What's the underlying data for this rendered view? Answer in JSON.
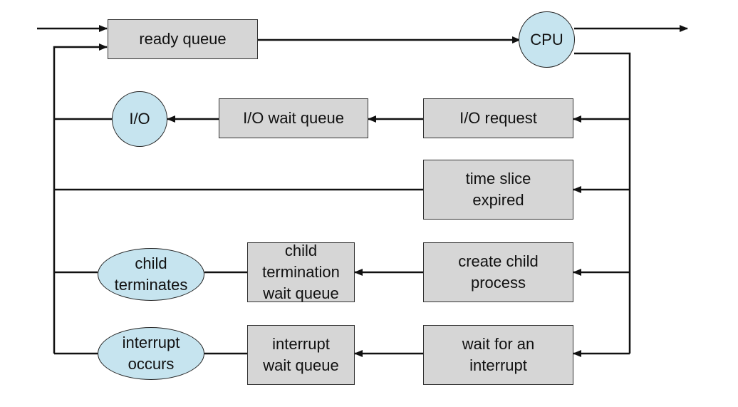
{
  "diagram": {
    "colors": {
      "box_fill": "#d6d6d6",
      "ellipse_fill": "#c6e4ef",
      "line": "#111111"
    },
    "nodes": {
      "ready_queue": "ready queue",
      "cpu": "CPU",
      "io": "I/O",
      "io_wait_queue": "I/O wait queue",
      "io_request": "I/O request",
      "time_slice_expired": "time slice\nexpired",
      "child_terminates": "child\nterminates",
      "child_termination_wait_queue": "child\ntermination\nwait queue",
      "create_child_process": "create child\nprocess",
      "interrupt_occurs": "interrupt\noccurs",
      "interrupt_wait_queue": "interrupt\nwait queue",
      "wait_for_interrupt": "wait for an\ninterrupt"
    }
  }
}
